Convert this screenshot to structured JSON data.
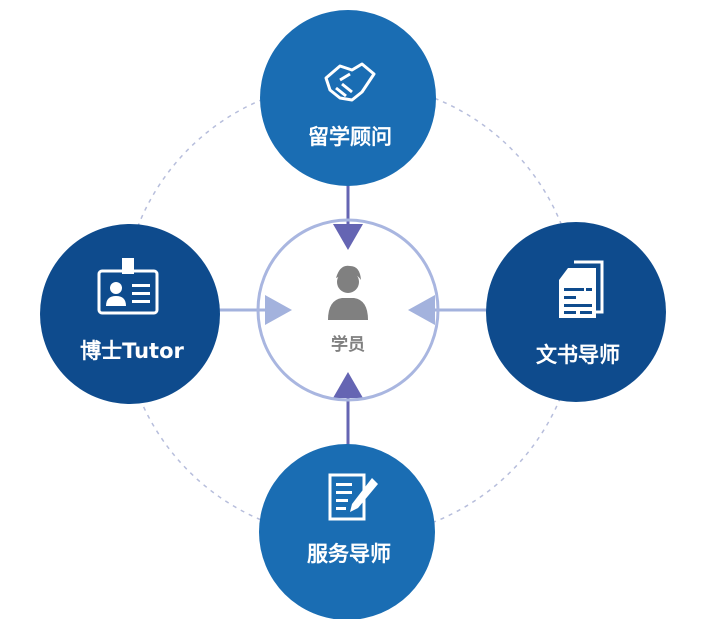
{
  "center": {
    "label": "学员",
    "icon": "student-icon"
  },
  "nodes": [
    {
      "id": "top",
      "label": "留学顾问",
      "icon": "handshake-icon"
    },
    {
      "id": "left",
      "label": "博士Tutor",
      "icon": "id-badge-icon"
    },
    {
      "id": "right",
      "label": "文书导师",
      "icon": "documents-icon"
    },
    {
      "id": "bottom",
      "label": "服务导师",
      "icon": "form-pen-icon"
    }
  ],
  "colors": {
    "light_blue": "#1a6db3",
    "dark_blue": "#0e4b8d",
    "purple_arrow": "#6565b3",
    "light_arrow": "#a3b2dd",
    "ring": "#a9b6e0",
    "dashed": "#b7bedc",
    "student": "#808080"
  }
}
